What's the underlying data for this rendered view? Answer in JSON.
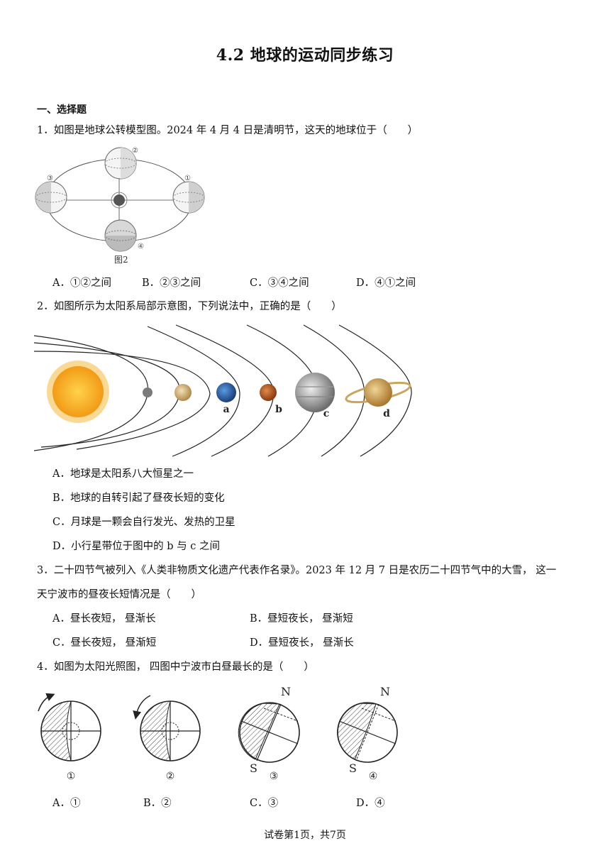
{
  "title": "4.2 地球的运动同步练习",
  "section": "一、选择题",
  "q1": {
    "stem": "1．如图是地球公转模型图。2024 年 4 月 4 日是清明节，这天的地球位于（　　）",
    "figure_caption": "图2",
    "positions": [
      "①",
      "②",
      "③",
      "④"
    ],
    "options": [
      "A．①②之间",
      "B．②③之间",
      "C．③④之间",
      "D．④①之间"
    ]
  },
  "q2": {
    "stem": "2．如图所示为太阳系局部示意图，下列说法中，正确的是（　　）",
    "planet_labels": [
      "a",
      "b",
      "c",
      "d"
    ],
    "options": [
      "A．地球是太阳系八大恒星之一",
      "B．地球的自转引起了昼夜长短的变化",
      "C．月球是一颗会自行发光、发热的卫星",
      "D．小行星带位于图中的 b 与 c 之间"
    ]
  },
  "q3": {
    "stem_line1": "3．二十四节气被列入《人类非物质文化遗产代表作名录》。2023 年  12 月 7 日是农历二十四节气中的大雪，  这一",
    "stem_line2": "天宁波市的昼夜长短情况是（　　）",
    "options": [
      "A．昼长夜短，  昼渐长",
      "B．昼短夜长，  昼渐短",
      "C．昼长夜短，  昼渐短",
      "D．昼短夜长，  昼渐长"
    ]
  },
  "q4": {
    "stem": "4．如图为太阳光照图，  四图中宁波市白昼最长的是（　　）",
    "figure_labels": [
      "①",
      "②",
      "③",
      "④"
    ],
    "pole_n": "N",
    "pole_s": "S",
    "options": [
      "A．①",
      "B．②",
      "C．③",
      "D．④"
    ]
  },
  "footer": "试卷第1页，共7页"
}
